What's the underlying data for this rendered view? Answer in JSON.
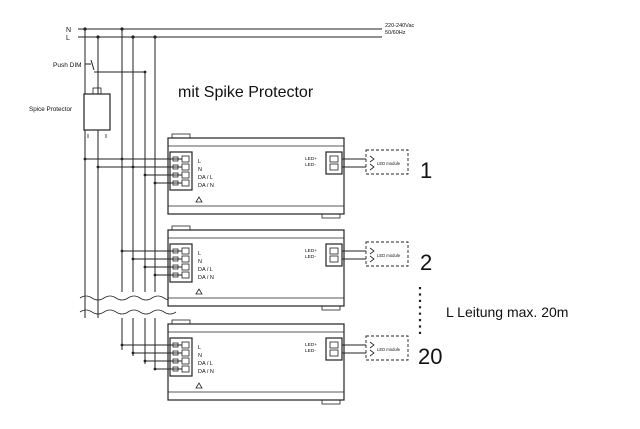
{
  "supply": {
    "n_label": "N",
    "l_label": "L",
    "voltage": "220-240Vac",
    "frequency": "50/60Hz"
  },
  "push_dim_label": "Push DIM",
  "spike_protector_label": "Spice Protector",
  "heading": "mit Spike Protector",
  "driver_terminals": [
    "L",
    "N",
    "DA / L",
    "DA / N"
  ],
  "led_outputs": [
    "LED+",
    "LED-"
  ],
  "led_module_label": "LED module",
  "driver_numbers": [
    "1",
    "2",
    "20"
  ],
  "continuation": "⋮",
  "cable_length_note": "L  Leitung max. 20m"
}
